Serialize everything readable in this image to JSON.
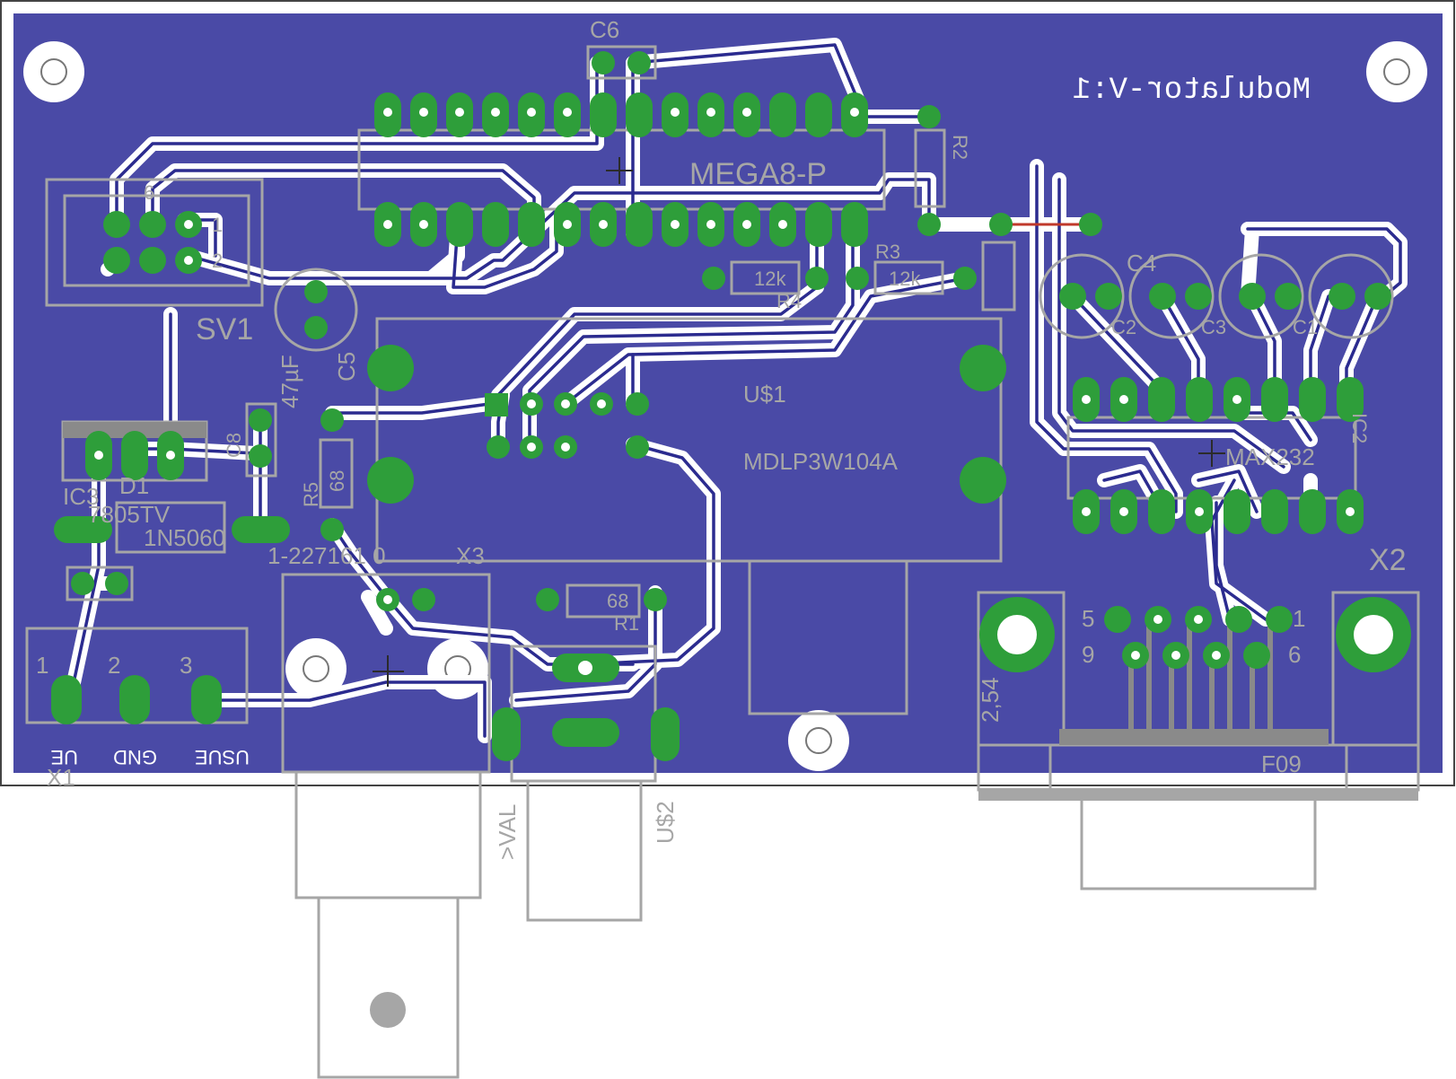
{
  "board": {
    "title": "Modulator-V:1",
    "colors": {
      "copper_fill": "#4a4aa6",
      "pad": "#2e9e3a",
      "trace_outline": "#ffffff",
      "trace_core": "#2b2b8f",
      "silkscreen": "#a6a6a6",
      "airwire": "#c0392b"
    }
  },
  "labels": {
    "c6": "C6",
    "mega8": "MEGA8-P",
    "r2": "R2",
    "r3": "R3",
    "r3_val": "12k",
    "r4": "R4",
    "r4_val": "12k",
    "c4": "C4",
    "c2": "C2",
    "c3": "C3",
    "c1": "C1",
    "sv1": "SV1",
    "sv1_pin1": "1",
    "sv1_pin2": "2",
    "sv1_pin6": "6",
    "c5": "C5",
    "c5_val": "47µF",
    "us1": "U$1",
    "mdlp": "MDLP3W104A",
    "max232": "MAX232",
    "ic2": "IC2",
    "r5": "R5",
    "r5_val": "68",
    "r1": "R1",
    "r1_val": "68",
    "c8": "C8",
    "d1": "D1",
    "d1_part": "1N5060",
    "ic3": "IC3",
    "reg_val": "7805TV",
    "conn_part": "1-227161 0",
    "x3": "X3",
    "x2": "X2",
    "db9_pin5": "5",
    "db9_pin1": "1",
    "db9_pin9": "9",
    "db9_pin6": "6",
    "pitch": "2,54",
    "f09": "F09",
    "x1": "X1",
    "x1_pin1": "1",
    "x1_pin2": "2",
    "x1_pin3": "3",
    "x1_t1": "UE",
    "x1_t2": "GND",
    "x1_t3": "USUE",
    "val": ">VAL",
    "us2": "U$2"
  }
}
